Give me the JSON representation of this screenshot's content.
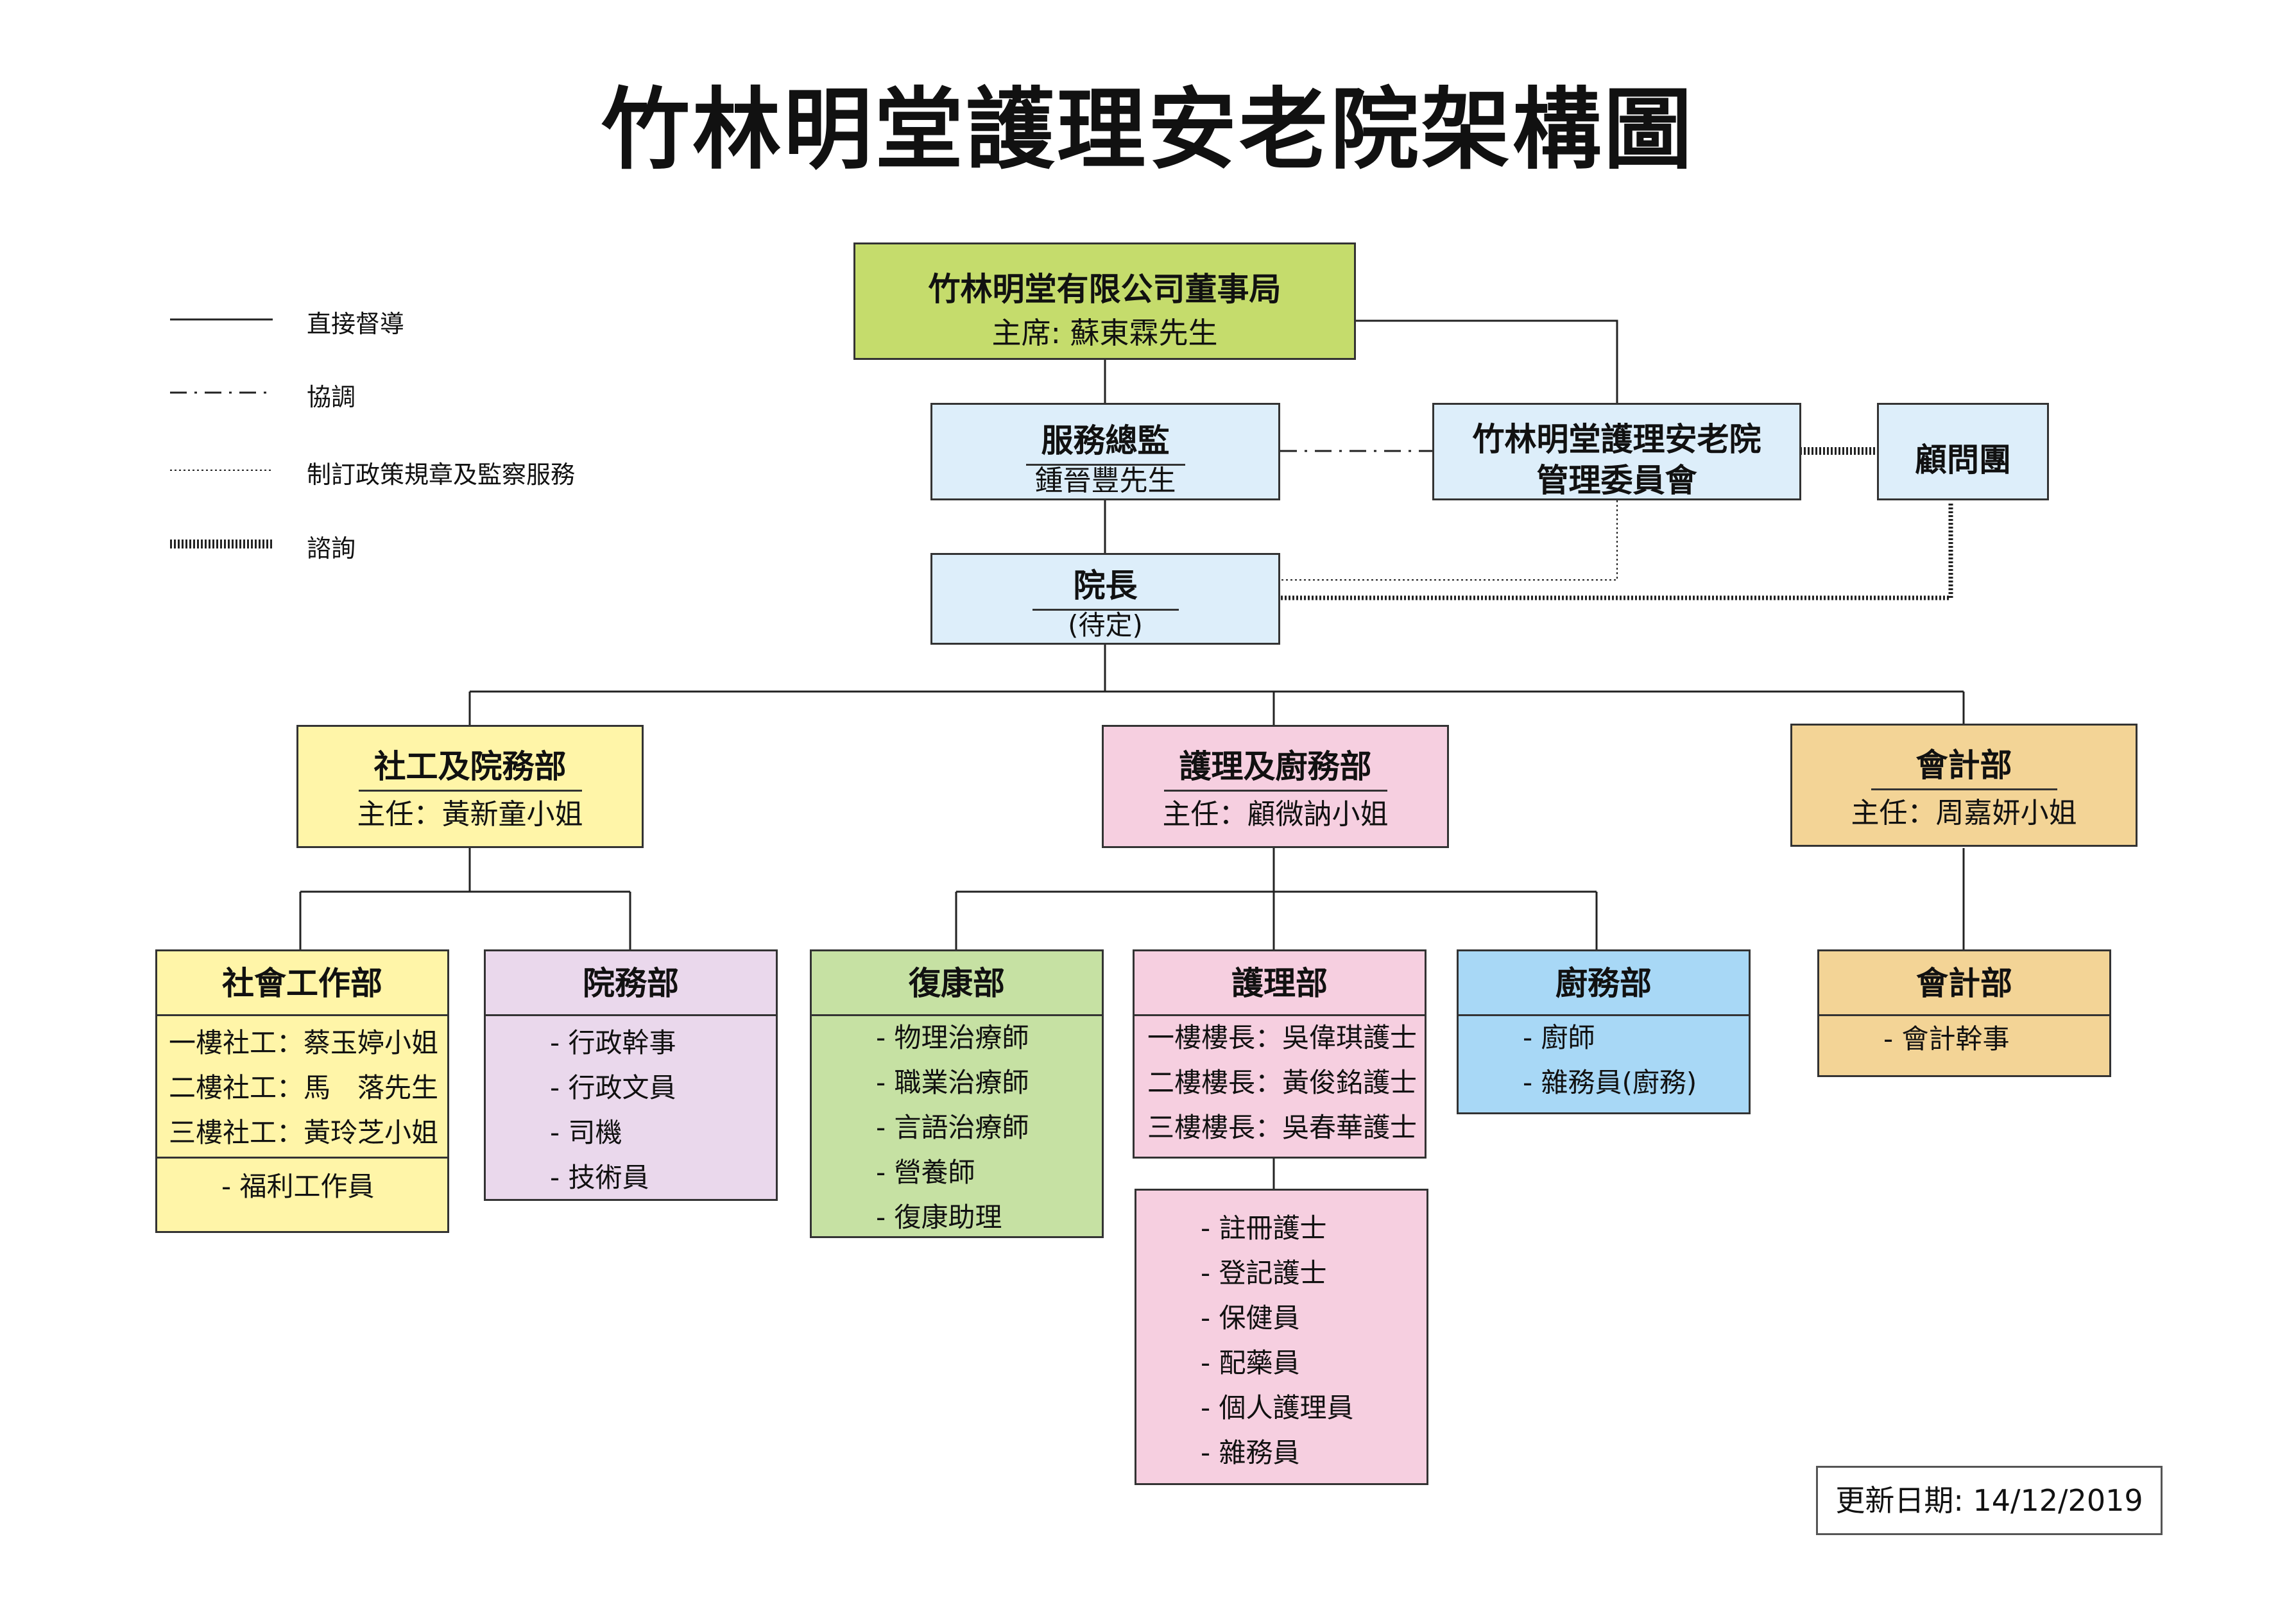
{
  "title": "竹林明堂護理安老院架構圖",
  "legend": [
    {
      "label": "直接督導",
      "style": "solid"
    },
    {
      "label": "協調",
      "style": "dash-dot"
    },
    {
      "label": "制訂政策規章及監察服務",
      "style": "dotted"
    },
    {
      "label": "諮詢",
      "style": "dense-dotted"
    }
  ],
  "board": {
    "name": "竹林明堂有限公司董事局",
    "chair": "主席: 蘇東霖先生"
  },
  "director": {
    "name": "服務總監",
    "person": "鍾晉豐先生"
  },
  "committee": {
    "line1": "竹林明堂護理安老院",
    "line2": "管理委員會"
  },
  "advisors": {
    "name": "顧問團"
  },
  "superintendent": {
    "name": "院長",
    "person": "(待定)"
  },
  "departments": {
    "social": {
      "name": "社工及院務部",
      "head": "主任：黃新童小姐"
    },
    "nursing": {
      "name": "護理及廚務部",
      "head": "主任：顧微訥小姐"
    },
    "accounting": {
      "name": "會計部",
      "head": "主任：周嘉妍小姐"
    }
  },
  "units": {
    "social_work": {
      "name": "社會工作部",
      "staff": [
        "一樓社工：蔡玉婷小姐",
        "二樓社工：馬　落先生",
        "三樓社工：黃玲芝小姐"
      ],
      "others": [
        "- 福利工作員"
      ]
    },
    "admin": {
      "name": "院務部",
      "items": [
        "- 行政幹事",
        "- 行政文員",
        "- 司機",
        "- 技術員"
      ]
    },
    "rehab": {
      "name": "復康部",
      "items": [
        "- 物理治療師",
        "- 職業治療師",
        "- 言語治療師",
        "- 營養師",
        "- 復康助理"
      ]
    },
    "nursing_unit": {
      "name": "護理部",
      "staff": [
        "一樓樓長：吳偉琪護士",
        "二樓樓長：黃俊銘護士",
        "三樓樓長：吳春華護士"
      ],
      "items": [
        "- 註冊護士",
        "- 登記護士",
        "- 保健員",
        "- 配藥員",
        "- 個人護理員",
        "- 雜務員"
      ]
    },
    "kitchen": {
      "name": "廚務部",
      "items": [
        "- 廚師",
        "- 雜務員(廚務)"
      ]
    },
    "accounts": {
      "name": "會計部",
      "items": [
        "- 會計幹事"
      ]
    }
  },
  "updated": "更新日期: 14/12/2019",
  "colors": {
    "board": "#c5dc6c",
    "blue_box": "#ddeefa",
    "yellow": "#fff5a8",
    "pink": "#f6cfe0",
    "orange": "#f3d496",
    "lavender": "#ead8ec",
    "green": "#c6e1a3",
    "sky": "#a8d8f6"
  }
}
